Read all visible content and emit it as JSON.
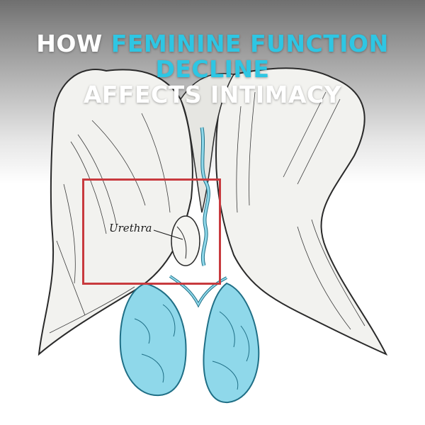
{
  "headline": {
    "line1_plain": "HOW ",
    "line1_accent": "FEMININE FUNCTION",
    "line2_accent": "DECLINE",
    "line3_plain": "AFFECTS INTIMACY"
  },
  "annotation": {
    "label": "Urethra"
  },
  "colors": {
    "accent": "#2ec6e3",
    "highlight_box": "#c83a3e",
    "gland_fill": "#8fd8ea",
    "gland_stroke": "#1f6f86"
  }
}
